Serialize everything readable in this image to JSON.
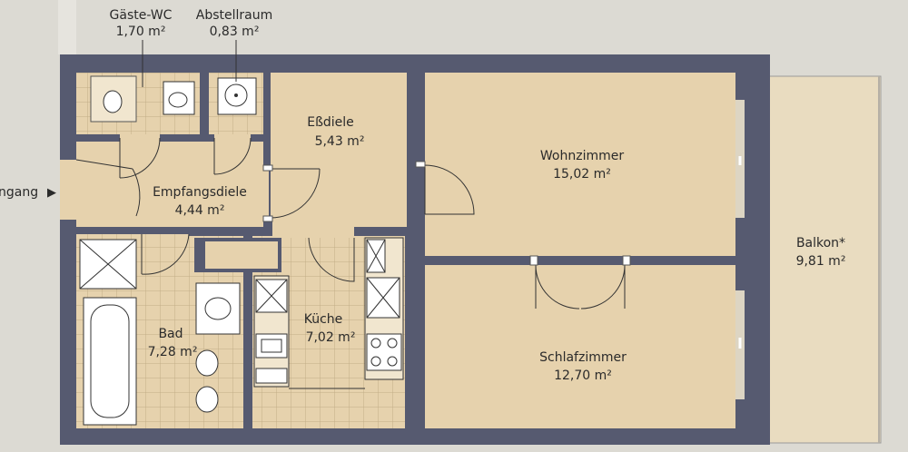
{
  "rooms": {
    "gaeste_wc": {
      "name": "Gäste-WC",
      "area": "1,70 m²"
    },
    "abstellraum": {
      "name": "Abstellraum",
      "area": "0,83 m²"
    },
    "essdiele": {
      "name": "Eßdiele",
      "area": "5,43 m²"
    },
    "wohnzimmer": {
      "name": "Wohnzimmer",
      "area": "15,02 m²"
    },
    "empfangsdiele": {
      "name": "Empfangsdiele",
      "area": "4,44 m²"
    },
    "balkon": {
      "name": "Balkon*",
      "area": "9,81 m²"
    },
    "bad": {
      "name": "Bad",
      "area": "7,28 m²"
    },
    "kueche": {
      "name": "Küche",
      "area": "7,02 m²"
    },
    "schlafzimmer": {
      "name": "Schlafzimmer",
      "area": "12,70 m²"
    }
  },
  "entrance": {
    "label": "ngang",
    "arrow": "▶"
  },
  "colors": {
    "floor": "#e6d2ad",
    "wall": "#565a70",
    "balcony": "#e9dcc0",
    "tile_line": "#c2ad86",
    "background": "#dcdad3"
  }
}
